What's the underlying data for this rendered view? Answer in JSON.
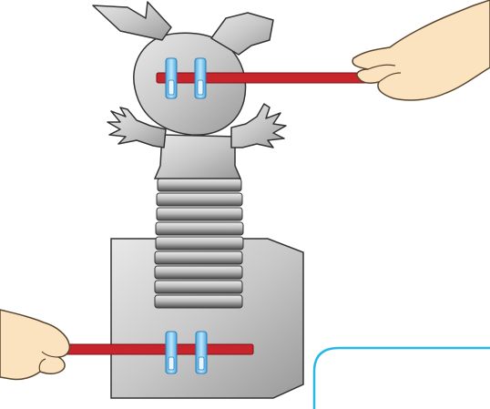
{
  "colors": {
    "paper_gray": "#c8c8c8",
    "paper_outline": "#333333",
    "stick_red": "#c8242b",
    "clip_blue": "#7fc6ee",
    "skin": "#fbe3c0",
    "accent_cyan": "#29b6e8"
  },
  "icons": {
    "puppet": "paper-bunny-puppet",
    "clip": "paper-clip",
    "hand": "hand-holding-stick"
  }
}
